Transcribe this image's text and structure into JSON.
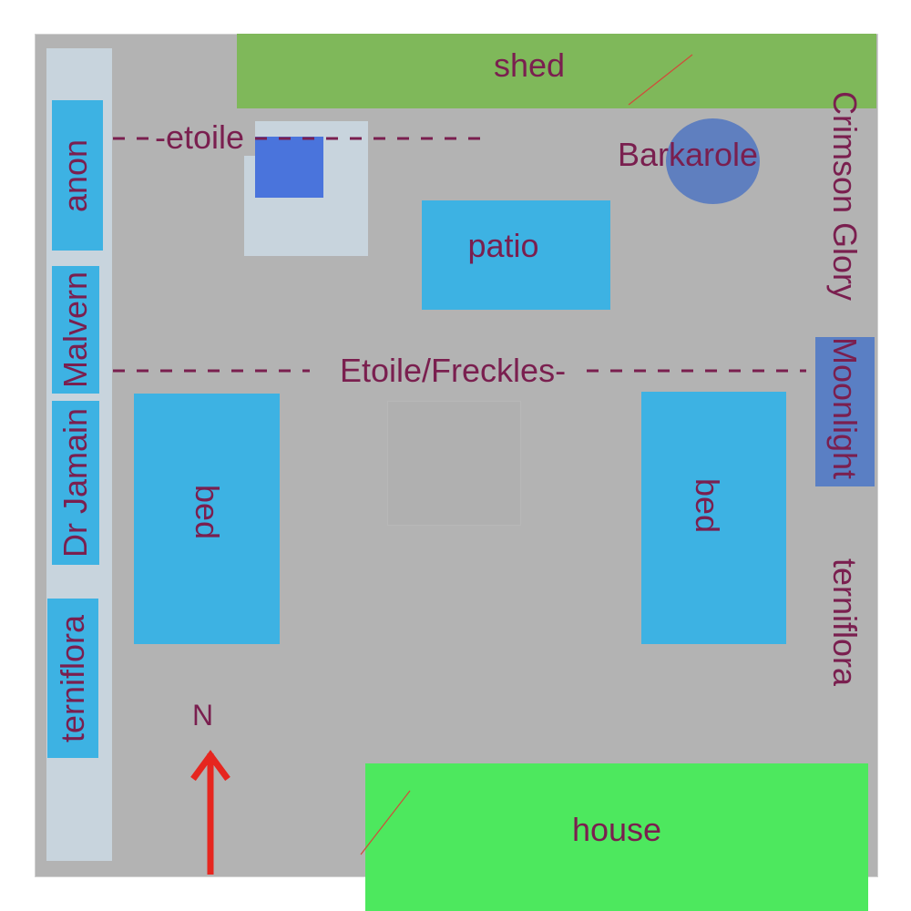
{
  "labels": {
    "shed": "shed",
    "etoile": "-etoile",
    "barkarole": "Barkarole",
    "patio": "patio",
    "etoile_freckles": "Etoile/Freckles-",
    "anon": "anon",
    "malvern": "Malvern",
    "dr_jamain": "Dr Jamain",
    "terniflora_left": "terniflora",
    "crimson_glory": "Crimson Glory",
    "moonlight": "Moonlight",
    "terniflora_right": "terniflora",
    "bed_left": "bed",
    "bed_right": "bed",
    "north": "N",
    "house": "house"
  },
  "colors": {
    "garden": "#b3b3b3",
    "shed": "#7fb85a",
    "house": "#4de85e",
    "bed": "#3db2e3",
    "strip": "#c8d4dd",
    "label": "#7a1f4f",
    "moonlight": "#5a7fc4",
    "barkarole": "#5f7fbf",
    "pond": "#4a74dc",
    "arrow": "#e6261f"
  }
}
